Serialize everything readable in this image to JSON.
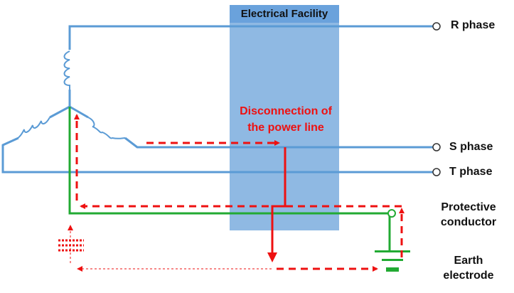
{
  "facility": {
    "title": "Electrical Facility"
  },
  "fault": {
    "label_line1": "Disconnection of",
    "label_line2": "the power line"
  },
  "phases": {
    "r": "R phase",
    "s": "S phase",
    "t": "T phase"
  },
  "protective": {
    "line1": "Protective",
    "line2": "conductor"
  },
  "earth": {
    "line1": "Earth",
    "line2": "electrode"
  },
  "colors": {
    "phase_line": "#5b9bd5",
    "facility_fill": "#8fb9e3",
    "facility_header": "#6aa2dc",
    "protective_conductor": "#22aa33",
    "fault_current": "#ee1111",
    "earth_electrode": "#22aa33"
  }
}
